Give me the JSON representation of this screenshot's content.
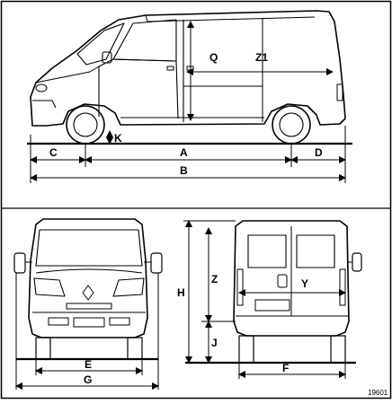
{
  "labels": {
    "Q": "Q",
    "Z1": "Z1",
    "K": "K",
    "A": "A",
    "B": "B",
    "C": "C",
    "D": "D",
    "E": "E",
    "G": "G",
    "H": "H",
    "Z": "Z",
    "Y": "Y",
    "J": "J",
    "F": "F"
  },
  "reference": "19601"
}
